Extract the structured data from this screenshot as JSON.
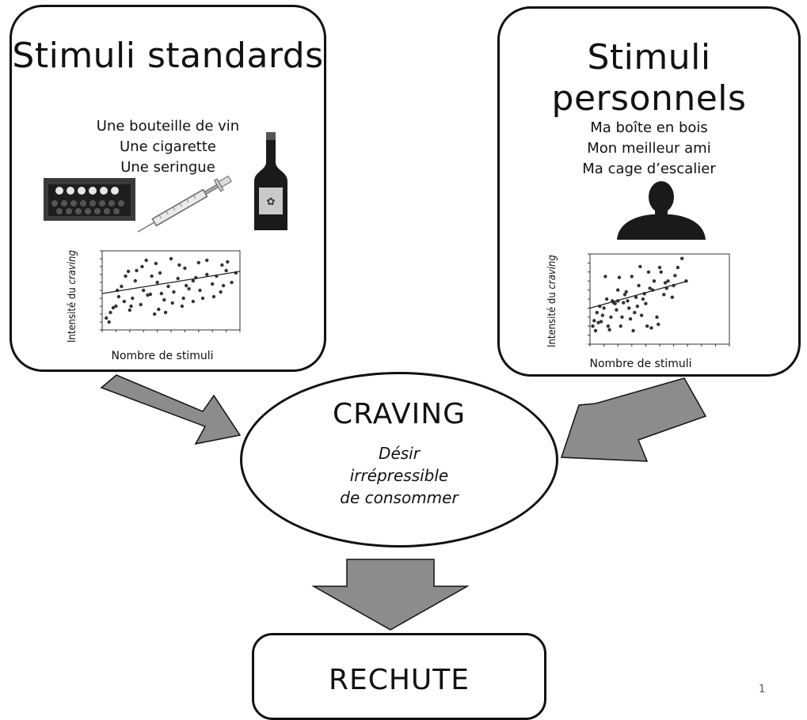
{
  "left_panel": {
    "title": "Stimuli standards",
    "examples": [
      "Une bouteille de vin",
      "Une cigarette",
      "Une seringue"
    ],
    "images": [
      "cigarette-pack-photo",
      "syringe-drawing",
      "wine-bottle-photo"
    ],
    "chart": {
      "ylabel_prefix": "Intensité du ",
      "ylabel_italic": "craving",
      "xlabel": "Nombre de stimuli"
    }
  },
  "right_panel": {
    "title": "Stimuli personnels",
    "examples": [
      "Ma boîte en bois",
      "Mon meilleur ami",
      "Ma cage d’escalier"
    ],
    "images": [
      "person-silhouette"
    ],
    "chart": {
      "ylabel_prefix": "Intensité du ",
      "ylabel_italic": "craving",
      "xlabel": "Nombre de stimuli"
    }
  },
  "center": {
    "title": "CRAVING",
    "subtitle_lines": [
      "Désir",
      "irrépressible",
      "de consommer"
    ]
  },
  "bottom": {
    "label": "RECHUTE"
  },
  "page_number": "1",
  "colors": {
    "arrow": "#8c8c8c",
    "border": "#111111"
  },
  "chart_data": [
    {
      "type": "scatter",
      "title": "",
      "xlabel": "Nombre de stimuli",
      "ylabel": "Intensité du craving",
      "xlim": [
        0,
        10
      ],
      "ylim": [
        0,
        10
      ],
      "grid": false,
      "trendline": [
        [
          0,
          4.6
        ],
        [
          10,
          7.4
        ]
      ],
      "x": [
        0.3,
        0.6,
        1.0,
        1.2,
        1.4,
        1.7,
        2.0,
        2.2,
        2.5,
        2.8,
        3.0,
        3.2,
        3.5,
        3.8,
        4.0,
        4.2,
        4.5,
        4.8,
        5.0,
        5.2,
        5.5,
        5.8,
        6.0,
        6.3,
        6.6,
        7.0,
        7.3,
        7.6,
        8.0,
        8.3,
        8.7,
        9.0,
        9.4,
        9.7,
        0.8,
        1.6,
        2.4,
        3.3,
        4.1,
        5.1,
        6.1,
        7.1,
        8.1,
        9.1,
        1.1,
        2.9,
        4.6,
        6.6,
        8.6,
        3.6,
        5.6,
        7.6,
        0.5,
        2.1,
        4.3,
        6.8,
        8.8,
        1.9,
        3.9,
        5.9
      ],
      "y": [
        1.5,
        2.2,
        3.0,
        4.2,
        5.5,
        6.8,
        2.5,
        4.0,
        7.5,
        3.2,
        5.0,
        8.8,
        4.5,
        2.0,
        6.0,
        7.2,
        3.8,
        5.5,
        9.0,
        4.8,
        6.5,
        3.0,
        7.8,
        5.2,
        6.2,
        8.5,
        4.0,
        7.0,
        5.8,
        6.8,
        8.2,
        7.5,
        6.0,
        7.2,
        2.8,
        3.6,
        6.2,
        4.4,
        2.6,
        3.4,
        5.6,
        5.0,
        4.2,
        8.6,
        5.0,
        8.0,
        2.2,
        3.6,
        4.8,
        6.8,
        8.2,
        8.8,
        1.0,
        3.0,
        4.6,
        6.6,
        5.6,
        7.4,
        8.4,
        4.0
      ]
    },
    {
      "type": "scatter",
      "title": "",
      "xlabel": "Nombre de stimuli",
      "ylabel": "Intensité du craving",
      "xlim": [
        0,
        10
      ],
      "ylim": [
        0,
        10
      ],
      "grid": false,
      "trendline": [
        [
          0,
          4.0
        ],
        [
          7,
          7.0
        ]
      ],
      "x": [
        0.2,
        0.5,
        0.8,
        1.0,
        1.2,
        1.5,
        1.8,
        2.0,
        2.2,
        2.5,
        2.8,
        3.0,
        3.2,
        3.5,
        3.8,
        4.0,
        4.2,
        4.5,
        4.8,
        5.0,
        5.3,
        5.6,
        6.0,
        6.3,
        6.6,
        6.9,
        0.4,
        0.9,
        1.4,
        1.9,
        2.4,
        2.9,
        3.4,
        3.9,
        4.4,
        4.9,
        5.4,
        5.9,
        0.6,
        1.1,
        1.6,
        2.1,
        2.6,
        3.1,
        3.6,
        4.1,
        4.6,
        5.1,
        0.3,
        1.3,
        2.3,
        3.3,
        4.3,
        5.5,
        6.1,
        1.7,
        2.7,
        3.7,
        0.7,
        2.0
      ],
      "y": [
        2.0,
        3.5,
        2.5,
        4.0,
        5.0,
        3.0,
        4.5,
        6.0,
        2.0,
        5.5,
        4.0,
        7.5,
        3.5,
        6.5,
        5.0,
        4.5,
        8.0,
        6.0,
        3.0,
        8.5,
        5.5,
        7.0,
        6.5,
        8.5,
        9.5,
        7.0,
        1.5,
        3.2,
        1.6,
        3.8,
        4.6,
        2.8,
        4.2,
        5.6,
        1.8,
        2.2,
        6.8,
        5.2,
        2.4,
        7.5,
        4.8,
        7.4,
        5.8,
        1.5,
        8.6,
        2.0,
        7.0,
        8.0,
        2.6,
        2.0,
        3.0,
        5.2,
        6.2,
        6.2,
        7.6,
        4.6,
        4.8,
        3.2,
        4.2,
        4.8
      ]
    }
  ]
}
